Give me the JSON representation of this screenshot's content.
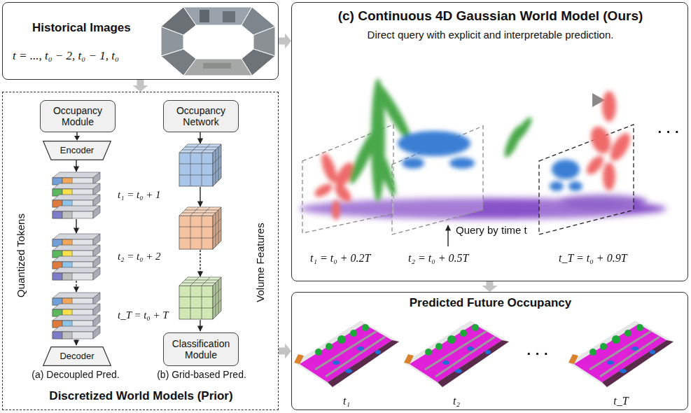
{
  "diagram": {
    "nodes": [
      {
        "text": [
          "Historical Images",
          "t = ..., t₀ − 2, t₀ − 1, t₀"
        ]
      },
      {
        "text": [
          "Discretized World Models (Prior)"
        ]
      },
      {
        "text": [
          "Occupancy Module"
        ],
        "in": 1
      },
      {
        "text": [
          "Encoder"
        ],
        "in": 1
      },
      {
        "text": [
          "Decoder"
        ],
        "in": 1
      },
      {
        "text": [
          "Occupancy Network"
        ],
        "in": 1
      },
      {
        "text": [
          "Classification Module"
        ],
        "in": 1
      },
      {
        "text": [
          "(c) Continuous 4D Gaussian World Model (Ours)",
          "Direct query with explicit and interpretable prediction."
        ]
      },
      {
        "text": [
          "Predicted Future Occupancy"
        ]
      }
    ],
    "edges": [
      {
        "from": 0,
        "to": 1,
        "arrow": "to"
      },
      {
        "from": 0,
        "to": 7,
        "arrow": "to"
      },
      {
        "from": 2,
        "to": 3,
        "arrow": "to"
      },
      {
        "from": 7,
        "to": 8,
        "arrow": "to"
      },
      {
        "from": 1,
        "to": 8,
        "arrow": "to"
      }
    ],
    "labels": [
      "Quantized Tokens",
      "t₁ = t₀ + 1",
      "t₂ = t₀ + 2",
      "t_T = t₀ + T",
      "Volume Features",
      "(a) Decoupled Pred.",
      "(b) Grid-based Pred.",
      "Query by time t",
      "t₁ = t₀ + 0.2T",
      "t₂ = t₀ + 0.5T",
      "t_T = t₀ + 0.9T",
      "· · ·",
      "t₁",
      "t₂",
      "t_T",
      "· · ·"
    ]
  }
}
